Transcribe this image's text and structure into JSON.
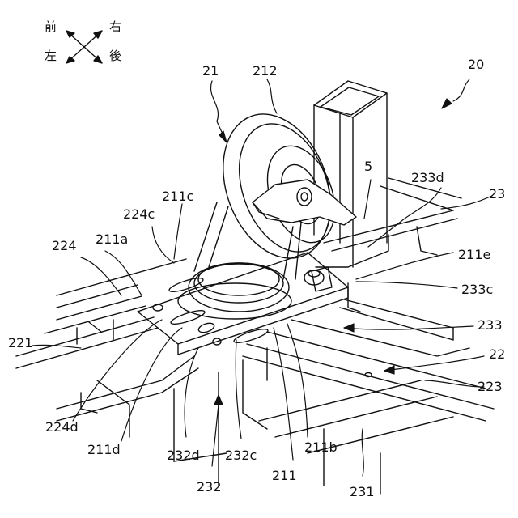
{
  "directions": {
    "front": "前",
    "right": "右",
    "left": "左",
    "rear": "後"
  },
  "labels": {
    "l21": "21",
    "l212": "212",
    "l20": "20",
    "l5": "5",
    "l233d": "233d",
    "l23": "23",
    "l211c": "211c",
    "l224c": "224c",
    "l224": "224",
    "l211a": "211a",
    "l211e": "211e",
    "l233c": "233c",
    "l221": "221",
    "l233": "233",
    "l22": "22",
    "l223": "223",
    "l224d": "224d",
    "l211d": "211d",
    "l232d": "232d",
    "l232c": "232c",
    "l211b": "211b",
    "l211": "211",
    "l232": "232",
    "l231": "231"
  },
  "colors": {
    "line": "#111111",
    "background": "#ffffff"
  }
}
